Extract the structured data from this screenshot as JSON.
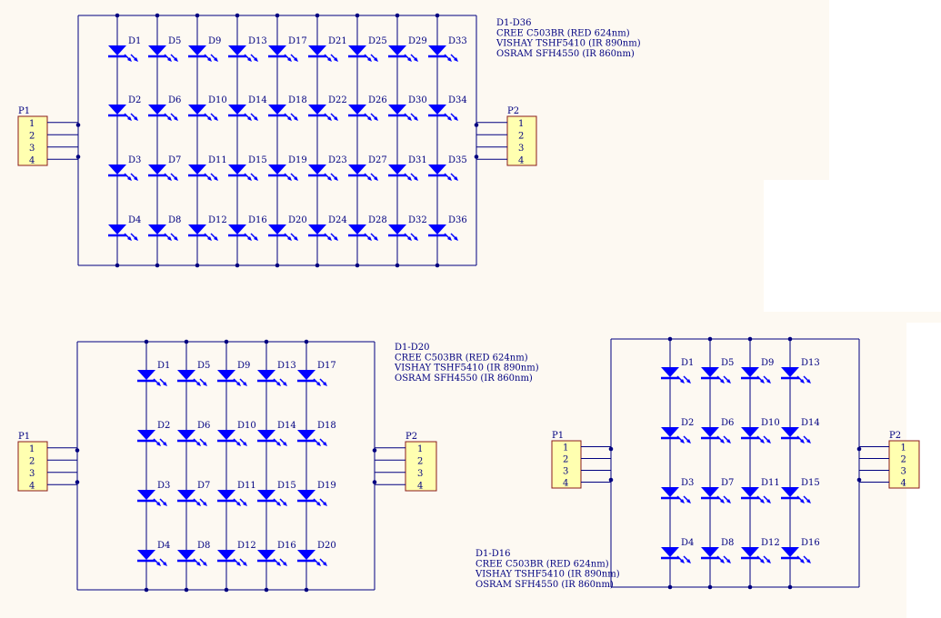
{
  "colors": {
    "background": "#FDF9F2",
    "wire": "#000080",
    "led": "#0000FF",
    "connector_fill": "#FFFFB0",
    "connector_border": "#8B1A1A",
    "text": "#000080"
  },
  "circuits": [
    {
      "id": "c36",
      "columns": 9,
      "rows": 4,
      "label_range": "D1-D36",
      "notes": [
        "CREE C503BR (RED 624nm)",
        "VISHAY TSHF5410 (IR 890nm)",
        "OSRAM SFH4550 (IR 860nm)"
      ],
      "left_connector": {
        "name": "P1",
        "pins": [
          "1",
          "2",
          "3",
          "4"
        ]
      },
      "right_connector": {
        "name": "P2",
        "pins": [
          "1",
          "2",
          "3",
          "4"
        ]
      },
      "diode_labels": [
        "D1",
        "D2",
        "D3",
        "D4",
        "D5",
        "D6",
        "D7",
        "D8",
        "D9",
        "D10",
        "D11",
        "D12",
        "D13",
        "D14",
        "D15",
        "D16",
        "D17",
        "D18",
        "D19",
        "D20",
        "D21",
        "D22",
        "D23",
        "D24",
        "D25",
        "D26",
        "D27",
        "D28",
        "D29",
        "D30",
        "D31",
        "D32",
        "D33",
        "D34",
        "D35",
        "D36"
      ]
    },
    {
      "id": "c20",
      "columns": 5,
      "rows": 4,
      "label_range": "D1-D20",
      "notes": [
        "CREE C503BR (RED 624nm)",
        "VISHAY TSHF5410 (IR 890nm)",
        "OSRAM SFH4550 (IR 860nm)"
      ],
      "left_connector": {
        "name": "P1",
        "pins": [
          "1",
          "2",
          "3",
          "4"
        ]
      },
      "right_connector": {
        "name": "P2",
        "pins": [
          "1",
          "2",
          "3",
          "4"
        ]
      },
      "diode_labels": [
        "D1",
        "D2",
        "D3",
        "D4",
        "D5",
        "D6",
        "D7",
        "D8",
        "D9",
        "D10",
        "D11",
        "D12",
        "D13",
        "D14",
        "D15",
        "D16",
        "D17",
        "D18",
        "D19",
        "D20"
      ]
    },
    {
      "id": "c16",
      "columns": 4,
      "rows": 4,
      "label_range": "D1-D16",
      "notes": [
        "CREE C503BR (RED 624nm)",
        "VISHAY TSHF5410 (IR 890nm)",
        "OSRAM SFH4550 (IR 860nm)"
      ],
      "left_connector": {
        "name": "P1",
        "pins": [
          "1",
          "2",
          "3",
          "4"
        ]
      },
      "right_connector": {
        "name": "P2",
        "pins": [
          "1",
          "2",
          "3",
          "4"
        ]
      },
      "diode_labels": [
        "D1",
        "D2",
        "D3",
        "D4",
        "D5",
        "D6",
        "D7",
        "D8",
        "D9",
        "D10",
        "D11",
        "D12",
        "D13",
        "D14",
        "D15",
        "D16"
      ]
    }
  ]
}
